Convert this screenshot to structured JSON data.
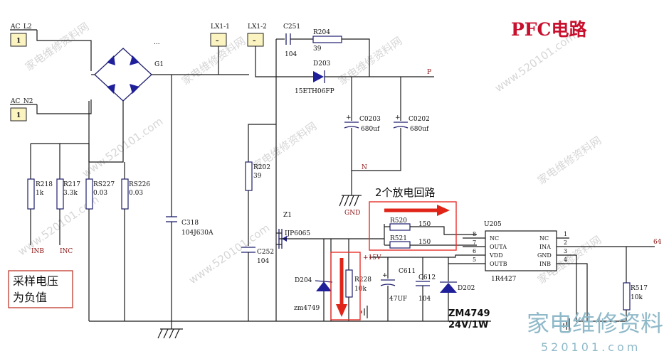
{
  "title": "PFC电路",
  "connectors": {
    "ac_l2": {
      "label": "AC_L2",
      "pin": "1"
    },
    "ac_n2": {
      "label": "AC_N2",
      "pin": "1"
    },
    "lx1_1": {
      "label": "LX1-1",
      "pin": "–"
    },
    "lx1_2": {
      "label": "LX1-2",
      "pin": "–"
    }
  },
  "bridge": {
    "label": "G1",
    "dots": "..."
  },
  "components": {
    "r218": {
      "ref": "R218",
      "value": "1k"
    },
    "r217": {
      "ref": "R217",
      "value": "3.3k"
    },
    "rs227": {
      "ref": "RS227",
      "value": "0.03"
    },
    "rs226": {
      "ref": "RS226",
      "value": "0.03"
    },
    "c318": {
      "ref": "C318",
      "value": "104J630A"
    },
    "r202": {
      "ref": "R202",
      "value": "39"
    },
    "c252": {
      "ref": "C252",
      "value": "104"
    },
    "c251": {
      "ref": "C251",
      "value": "104"
    },
    "r204": {
      "ref": "R204",
      "value": "39"
    },
    "d203": {
      "ref": "D203",
      "value": "15ETH06FP"
    },
    "c0203": {
      "ref": "C0203",
      "value": "680uf"
    },
    "c0202": {
      "ref": "C0202",
      "value": "680uf"
    },
    "z1": {
      "ref": "Z1",
      "value": "IJP6065"
    },
    "d204": {
      "ref": "D204",
      "value": "zm4749"
    },
    "r228": {
      "ref": "R228",
      "value": "10k"
    },
    "c611": {
      "ref": "C611",
      "value": "47UF"
    },
    "c612": {
      "ref": "C612",
      "value": "104"
    },
    "d202": {
      "ref": "D202",
      "value": ""
    },
    "r520": {
      "ref": "R520",
      "value": "150"
    },
    "r521": {
      "ref": "R521",
      "value": "150"
    },
    "r517": {
      "ref": "R517",
      "value": "10k"
    }
  },
  "nets": {
    "inb": "INB",
    "inc": "INC",
    "p": "P",
    "n": "N",
    "gnd": "GND",
    "v15": "+15V",
    "out": "64"
  },
  "ic": {
    "ref": "U205",
    "part": "1R4427",
    "left_pins": [
      {
        "num": "8",
        "name": "NC"
      },
      {
        "num": "7",
        "name": "OUTA"
      },
      {
        "num": "6",
        "name": "VDD"
      },
      {
        "num": "5",
        "name": "OUTB"
      }
    ],
    "right_pins": [
      {
        "num": "1",
        "name": "NC"
      },
      {
        "num": "2",
        "name": "INA"
      },
      {
        "num": "3",
        "name": "GND"
      },
      {
        "num": "4",
        "name": "INB"
      }
    ]
  },
  "annotations": {
    "discharge": "2个放电回路",
    "sample_line1": "采样电压",
    "sample_line2": "为负值",
    "zener_line1": "ZM4749",
    "zener_line2": "24V/1W"
  },
  "watermark": {
    "site": "家电维修资料网",
    "url": "www.520101.com",
    "url_short": "520101.com"
  },
  "colors": {
    "title": "#c8102e",
    "arrow": "#e02418",
    "box": "#e8312a",
    "net": "#8a1010",
    "watermark": "#8fb9c9"
  }
}
